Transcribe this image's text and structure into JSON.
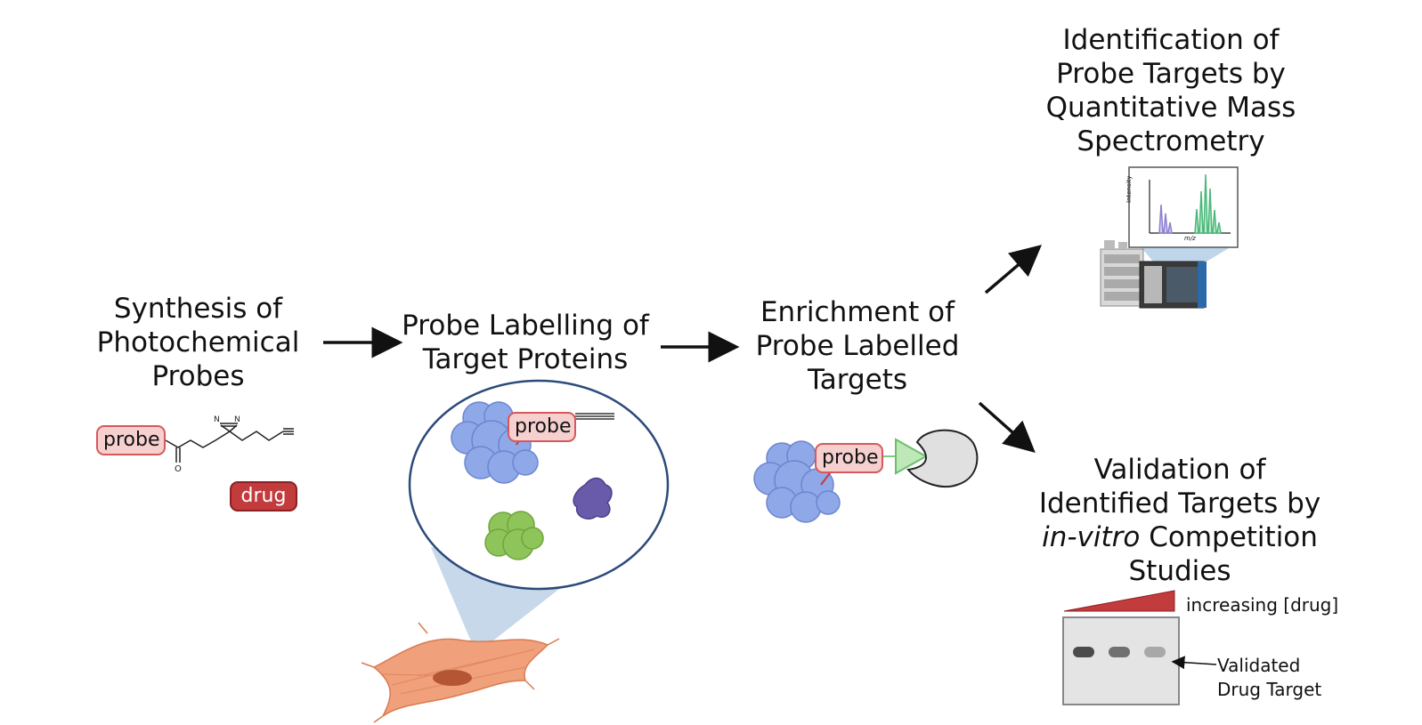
{
  "steps": {
    "synthesis": {
      "line1": "Synthesis of",
      "line2": "Photochemical",
      "line3": "Probes"
    },
    "labelling": {
      "line1": "Probe Labelling of",
      "line2": "Target Proteins"
    },
    "enrichment": {
      "line1": "Enrichment of",
      "line2": "Probe Labelled",
      "line3": "Targets"
    },
    "identification": {
      "line1": "Identification of",
      "line2": "Probe Targets by",
      "line3": "Quantitative Mass",
      "line4": "Spectrometry"
    },
    "validation": {
      "line1": "Validation of",
      "line2": "Identified Targets by",
      "line3_italic": "in-vitro",
      "line3_rest": " Competition",
      "line4": "Studies"
    }
  },
  "tags": {
    "probe": "probe",
    "drug": "drug"
  },
  "spectrum": {
    "ylabel": "Intensity",
    "xlabel": "m/z"
  },
  "gel": {
    "gradient_label": "increasing [drug]",
    "callout_line1": "Validated",
    "callout_line2": "Drug Target"
  },
  "colors": {
    "probe_fill": "#f6cfcf",
    "probe_border": "#d7585a",
    "drug_fill": "#c23b3d",
    "protein_blue": "#8fa8e8",
    "protein_purple": "#6a5aaa",
    "protein_green": "#8fc45a",
    "cell": "#f0a07a",
    "wedge": "#c0d4e8",
    "bead_green": "#bfe8b8",
    "gradient_red": "#c23b3d"
  }
}
